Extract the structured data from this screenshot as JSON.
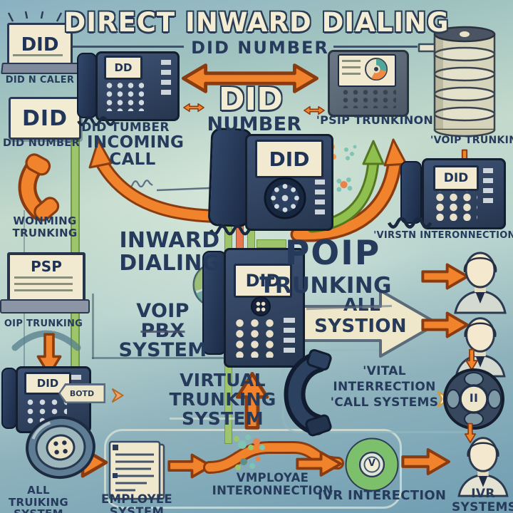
{
  "header": {
    "title": "DIRECT INWARD DIALING",
    "subtitle": "DID NUMBER"
  },
  "left_column": {
    "laptop_screen": "DID",
    "laptop_caption": "DID N CALER",
    "sign_text": "DID",
    "sign_caption": "DID NUMBER",
    "handset_caption": "WONMING\nTRUNKING",
    "psp_screen": "PSP",
    "psp_caption": "OIP TRUNKING",
    "phone_display": "DID",
    "dial_tag": "BOTD",
    "bottom_caption": "ALL TRUIKING\nSYSTEM"
  },
  "top_row": {
    "phone1_display": "DD",
    "phone1_caption": "DID TUMBER",
    "did_big": "DID",
    "number_big": "NUMBER",
    "pie_phone_caption": "'PSIP TRUNKINON",
    "voip_trunking_caption": "'VOIP TRUNKING"
  },
  "center": {
    "incoming_call": "INCOMING\nCALL",
    "main_phone_display": "DID",
    "inward_dialing": "INWARD\nDIALING",
    "poip": "POIP",
    "trunking": "TRUNKING",
    "voip_line": "VOIP",
    "pbx_line": "PBX",
    "system_line": "SYSTEM",
    "phone2_display": "DID",
    "block_arrow_line1": "ALL",
    "block_arrow_line2": "SYSTION",
    "virtual_trunking": "VIRTUAL\nTRUNKING\nSYSTEM",
    "vital_caption": "'VITAL\nINTERRECTION\n'CALL SYSTEMS"
  },
  "right_column": {
    "phone_display": "DID",
    "phone_caption": "'VIRSTN INTERONNECTION",
    "wheel_label": "II",
    "ivr_caption": "IVR\nSYSTEMS"
  },
  "bottom_row": {
    "employee_caption": "EMPLOYEE\nSYSTEM",
    "interconnection_caption": "VMPLOYAE\nINTERONNECTION",
    "pie_label": "V",
    "ivr_interection_caption": "IVR INTERECTION"
  },
  "colors": {
    "background_top": "#8ab1c2",
    "background_center": "#c3dacc",
    "background_bottom": "#6f9db2",
    "navy_text": "#263a5c",
    "cream": "#f2ecd2",
    "arrow_orange": "#f0832c",
    "arrow_orange_outline": "#8a3c10",
    "arrow_green": "#8fc04f",
    "phone_navy": "#2c3e5c"
  }
}
